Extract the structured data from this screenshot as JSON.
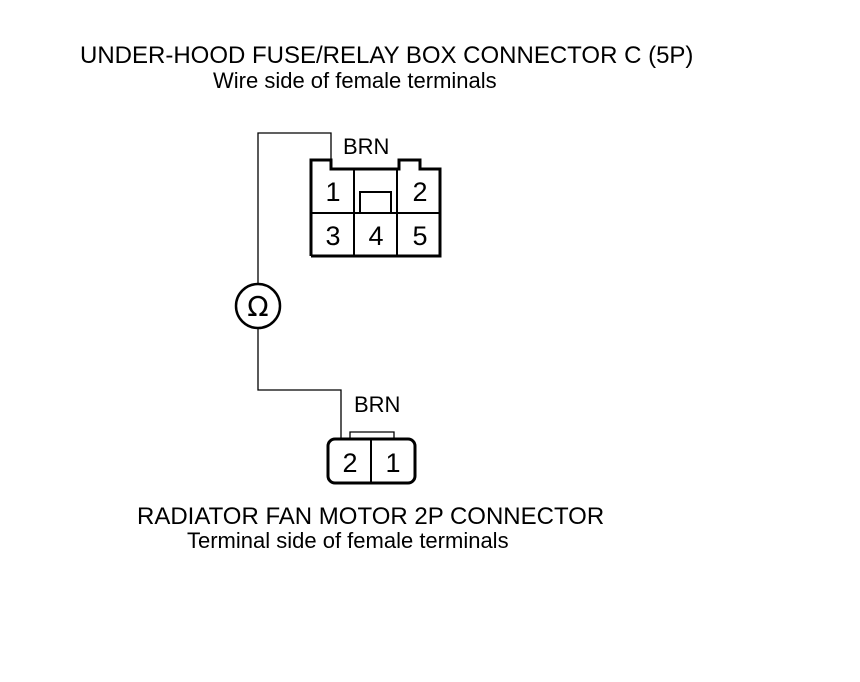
{
  "upper_connector": {
    "title": "UNDER-HOOD FUSE/RELAY BOX CONNECTOR C (5P)",
    "subtitle": "Wire side of female terminals",
    "wire_color": "BRN",
    "terminals": [
      "1",
      "2",
      "3",
      "4",
      "5"
    ]
  },
  "ohmmeter": {
    "symbol": "Ω",
    "icon": "ohmmeter-icon"
  },
  "lower_connector": {
    "title": "RADIATOR FAN MOTOR 2P CONNECTOR",
    "subtitle": "Terminal side of female terminals",
    "wire_color": "BRN",
    "terminals": [
      "2",
      "1"
    ]
  }
}
